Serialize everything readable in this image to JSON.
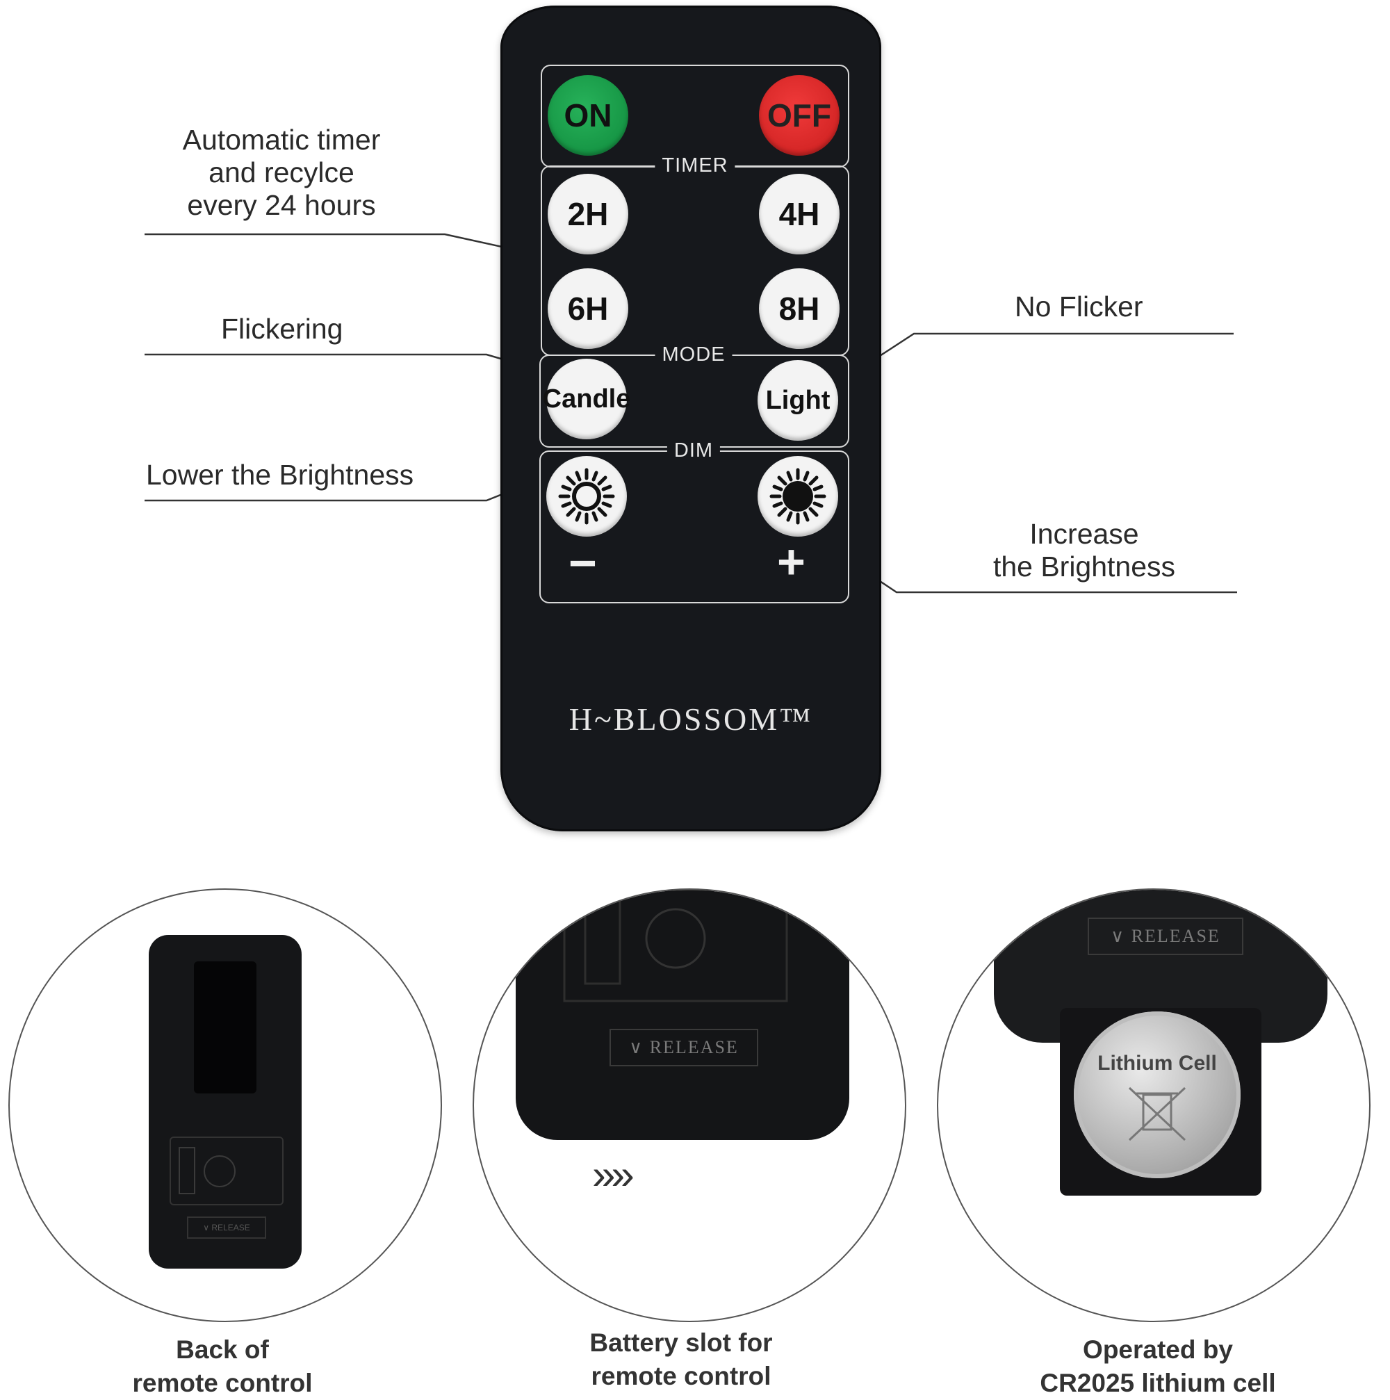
{
  "remote": {
    "power": {
      "on_label": "ON",
      "off_label": "OFF"
    },
    "timer": {
      "label": "TIMER",
      "buttons": [
        "2H",
        "4H",
        "6H",
        "8H"
      ]
    },
    "mode": {
      "label": "MODE",
      "candle_label": "Candle",
      "light_label": "Light"
    },
    "dim": {
      "label": "DIM",
      "minus": "−",
      "plus": "+"
    },
    "brand": "H~BLOSSOM™"
  },
  "annotations": {
    "timer": [
      "Automatic timer",
      "and recylce",
      "every 24 hours"
    ],
    "flickering": "Flickering",
    "no_flicker": "No Flicker",
    "lower_brightness": "Lower the Brightness",
    "increase_brightness": [
      "Increase",
      "the Brightness"
    ]
  },
  "details": [
    {
      "caption": [
        "Back of",
        "remote control"
      ],
      "release_text": "∨ RELEASE"
    },
    {
      "caption": [
        "Battery slot for",
        "remote control"
      ],
      "release_text": "∨ RELEASE",
      "arrow_glyph": "»»"
    },
    {
      "caption": [
        "Operated by",
        "CR2025 lithium cell"
      ],
      "release_text": "∨ RELEASE",
      "cell_label": "Lithium Cell"
    }
  ],
  "colors": {
    "remote_body": "#16181c",
    "on_button": "#0f8a3c",
    "off_button": "#d42020",
    "button_face": "#f3f3f3"
  },
  "icons": [
    "sun-outline-icon",
    "sun-filled-icon",
    "recycle-bin-icon"
  ]
}
